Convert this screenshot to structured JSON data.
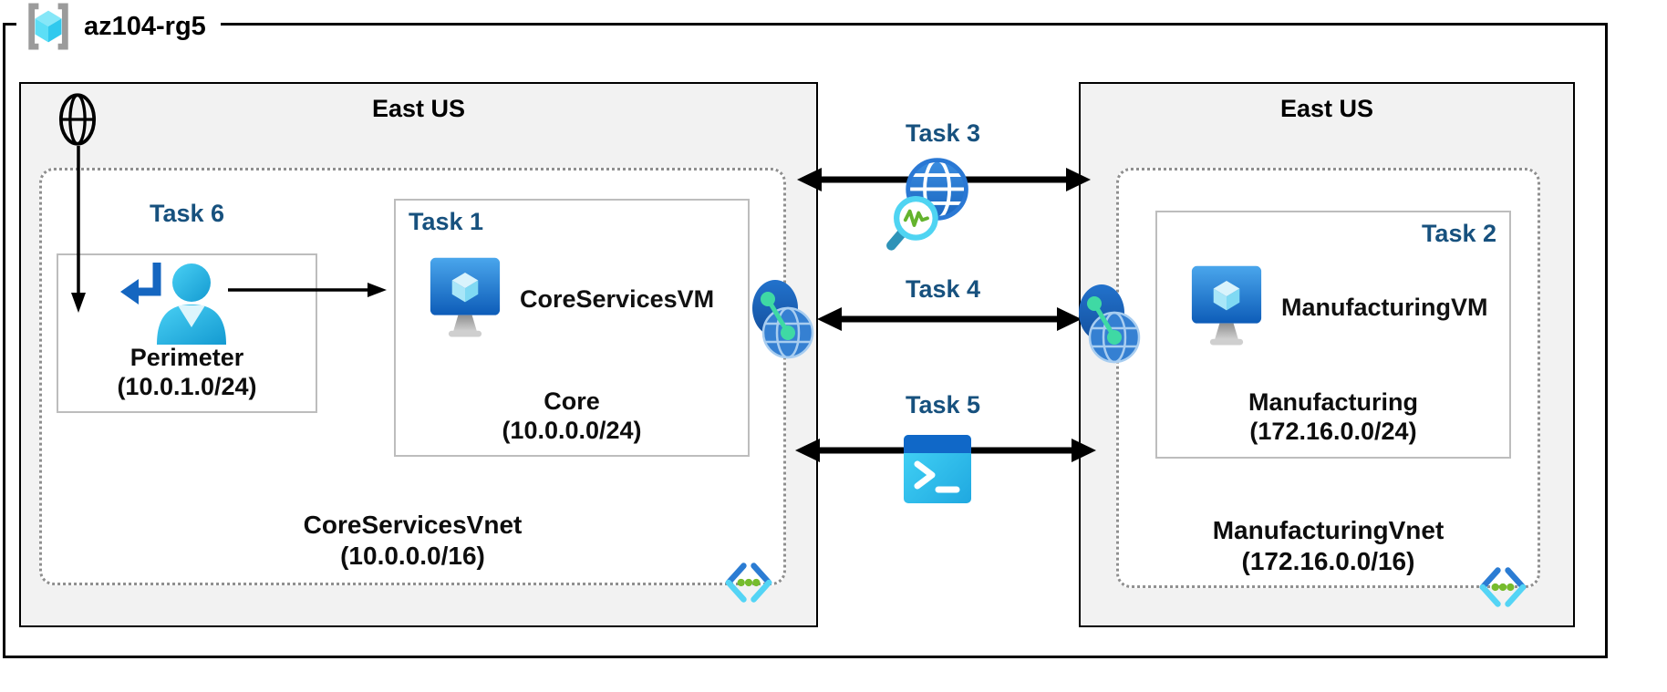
{
  "resource_group": {
    "label": "az104-rg5"
  },
  "left_region": {
    "title": "East US",
    "vnet": {
      "name": "CoreServicesVnet",
      "cidr": "(10.0.0.0/16)"
    },
    "perimeter_subnet": {
      "task_label": "Task 6",
      "name": "Perimeter",
      "cidr": "(10.0.1.0/24)"
    },
    "core_subnet": {
      "task_label": "Task 1",
      "vm_name": "CoreServicesVM",
      "name": "Core",
      "cidr": "(10.0.0.0/24)"
    }
  },
  "right_region": {
    "title": "East US",
    "vnet": {
      "name": "ManufacturingVnet",
      "cidr": "(172.16.0.0/16)"
    },
    "manufacturing_subnet": {
      "task_label": "Task 2",
      "vm_name": "ManufacturingVM",
      "name": "Manufacturing",
      "cidr": "(172.16.0.0/24)"
    }
  },
  "connections": {
    "task3": {
      "label": "Task 3",
      "icon": "network-watcher-icon"
    },
    "task4": {
      "label": "Task 4",
      "icon": "vnet-peering-icon"
    },
    "task5": {
      "label": "Task 5",
      "icon": "cloud-shell-icon"
    }
  },
  "icons": {
    "resource_group": "brackets-cube-icon",
    "internet": "globe-icon",
    "perimeter": "sign-in-person-icon",
    "virtual_machine": "vm-monitor-cube-icon",
    "vnet_corner": "code-brackets-dots-icon"
  },
  "colors": {
    "task_label": "#17517E",
    "region_fill": "#F2F2F2",
    "azure_blue": "#2A78D4",
    "cyan_accent": "#50D7F5",
    "green_accent": "#76BC2D",
    "subnet_border": "#BDBDBD",
    "dotted_border": "#8F8F8F",
    "border_black": "#000000"
  }
}
